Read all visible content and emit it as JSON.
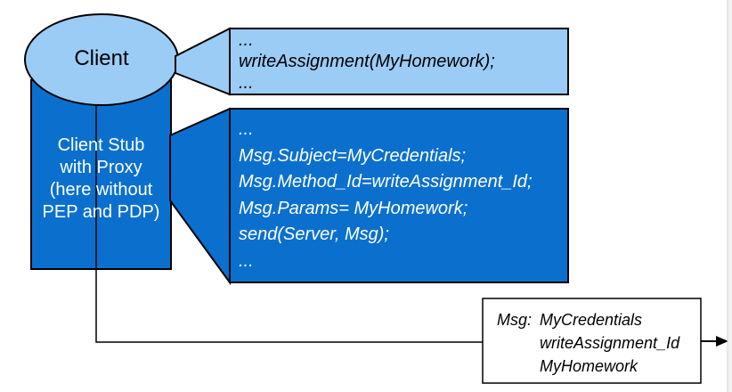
{
  "client": {
    "label": "Client"
  },
  "client_stub": {
    "lines": [
      "Client Stub",
      "with Proxy",
      "(here without",
      "PEP and PDP)"
    ]
  },
  "client_code_callout": {
    "lines": [
      "...",
      "writeAssignment(MyHomework);",
      "..."
    ]
  },
  "stub_code_callout": {
    "lines": [
      "...",
      "Msg.Subject=MyCredentials;",
      "Msg.Method_Id=writeAssignment_Id;",
      "Msg.Params= MyHomework;",
      "send(Server, Msg);",
      "..."
    ]
  },
  "message": {
    "label": "Msg:",
    "values": [
      "MyCredentials",
      "writeAssignment_Id",
      "MyHomework"
    ]
  },
  "colors": {
    "dark_blue": "#0B70CD",
    "light_blue": "#9BCCF6",
    "edge_gray": "#F1F1F1"
  }
}
